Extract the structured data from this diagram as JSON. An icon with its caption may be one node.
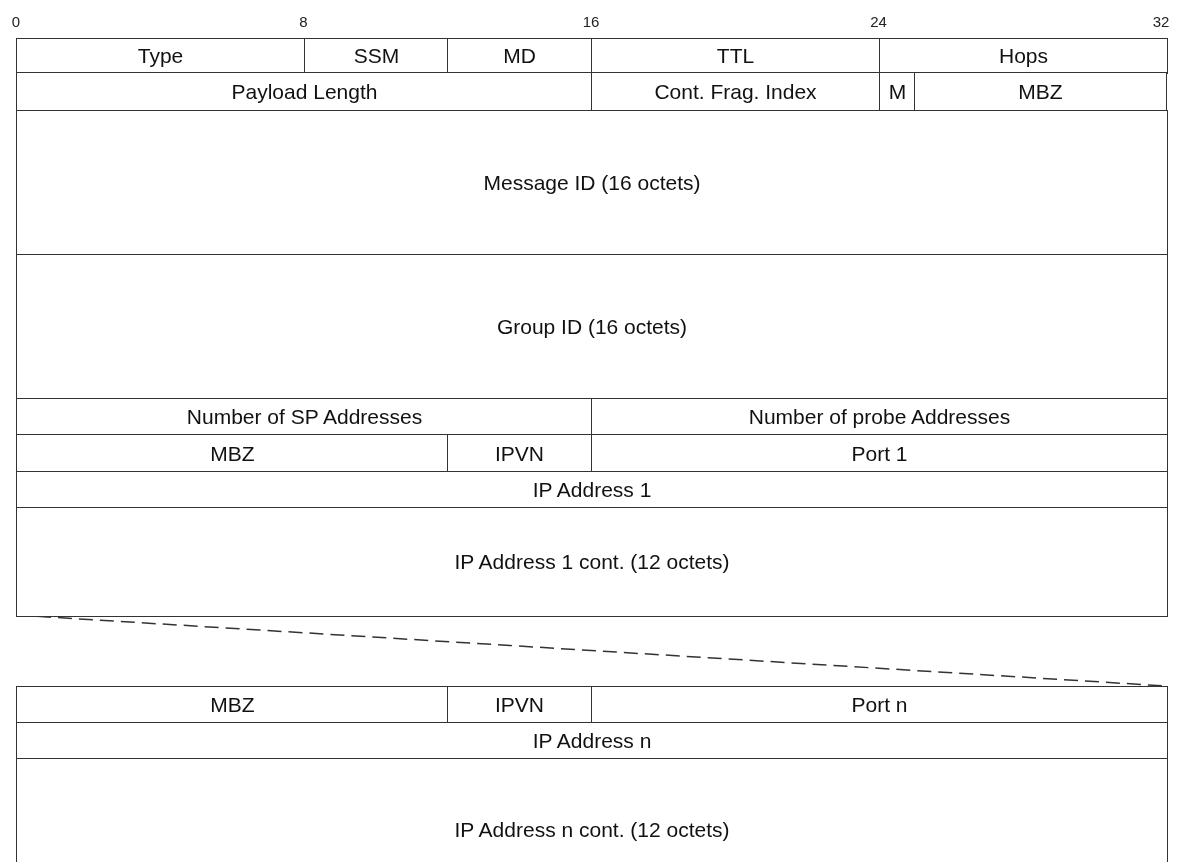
{
  "diagram": {
    "nodes": [
      {
        "text": [
          "Type"
        ]
      },
      {
        "text": [
          "SSM"
        ]
      },
      {
        "text": [
          "MD"
        ]
      },
      {
        "text": [
          "TTL"
        ]
      },
      {
        "text": [
          "Hops"
        ]
      },
      {
        "text": [
          "Payload Length"
        ]
      },
      {
        "text": [
          "Cont. Frag. Index"
        ]
      },
      {
        "text": [
          "M"
        ]
      },
      {
        "text": [
          "MBZ"
        ]
      },
      {
        "text": [
          "Message ID (16 octets)"
        ]
      },
      {
        "text": [
          "Group ID (16 octets)"
        ]
      },
      {
        "text": [
          "Number of SP Addresses"
        ]
      },
      {
        "text": [
          "Number of probe Addresses"
        ]
      },
      {
        "text": [
          "MBZ"
        ]
      },
      {
        "text": [
          "IPVN"
        ]
      },
      {
        "text": [
          "Port 1"
        ]
      },
      {
        "text": [
          "IP Address 1"
        ]
      },
      {
        "text": [
          "IP Address 1 cont. (12 octets)"
        ]
      },
      {
        "text": [
          "MBZ"
        ]
      },
      {
        "text": [
          "IPVN"
        ]
      },
      {
        "text": [
          "Port n"
        ]
      },
      {
        "text": [
          "IP Address n"
        ]
      },
      {
        "text": [
          "IP Address n cont. (12 octets)"
        ]
      }
    ],
    "edges": [],
    "labels": [
      "0",
      "8",
      "16",
      "24",
      "32"
    ]
  }
}
